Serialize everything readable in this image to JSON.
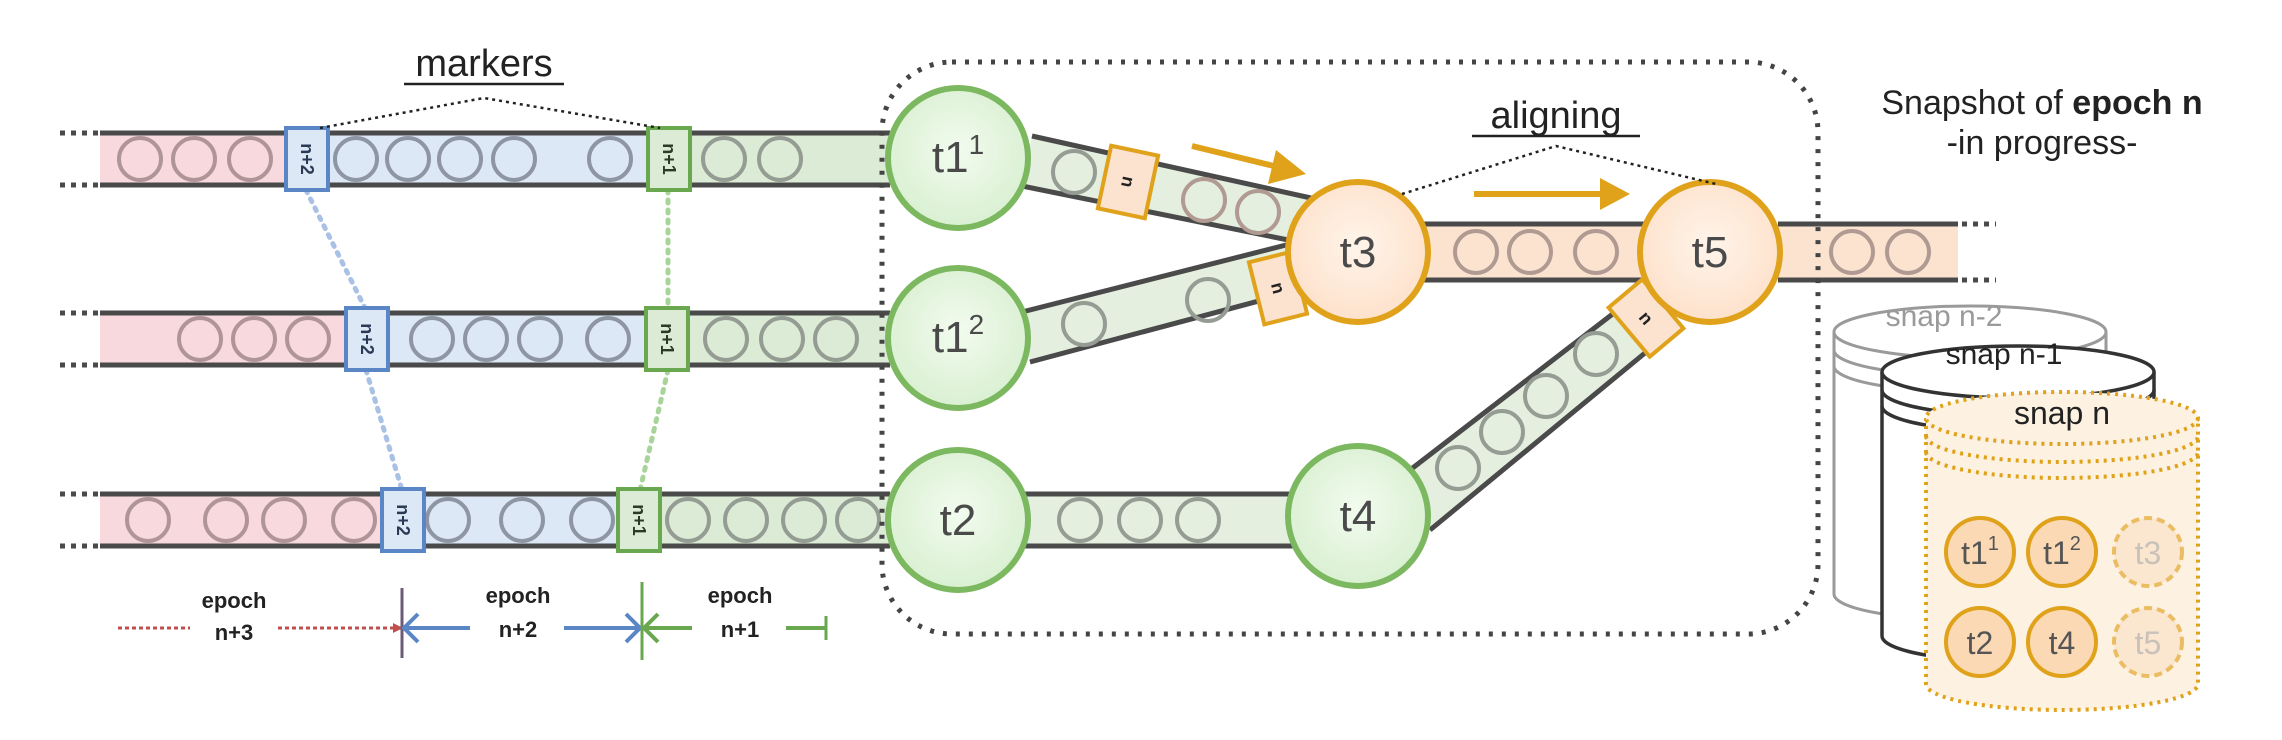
{
  "labels": {
    "markers": "markers",
    "aligning": "aligning",
    "snapshot_prefix": "Snapshot of ",
    "snapshot_bold": "epoch n",
    "snapshot_sub": "-in progress-"
  },
  "epochs": {
    "e3_word": "epoch",
    "e3_num": "n+3",
    "e2_word": "epoch",
    "e2_num": "n+2",
    "e1_word": "epoch",
    "e1_num": "n+1"
  },
  "barriers": {
    "n2": "n+2",
    "n1": "n+1",
    "n": "n"
  },
  "tasks": {
    "t1_1": "t1",
    "t1_1_sup": "1",
    "t1_2": "t1",
    "t1_2_sup": "2",
    "t2": "t2",
    "t3": "t3",
    "t4": "t4",
    "t5": "t5"
  },
  "snapshots": {
    "snap_n2": "snap n-2",
    "snap_n1": "snap n-1",
    "snap_n": "snap n",
    "items": {
      "t1_1": "t1",
      "t1_1_sup": "1",
      "t1_2": "t1",
      "t1_2_sup": "2",
      "t3": "t3",
      "t2": "t2",
      "t4": "t4",
      "t5": "t5"
    }
  },
  "colors": {
    "epoch_n3": "#f8d9dd",
    "epoch_n2": "#dde8f6",
    "epoch_n1": "#dcebd6",
    "epoch_n": "#fbe3d0",
    "blue_marker": "#5b86c5",
    "green_marker": "#6aa84f",
    "orange_marker": "#e0a21a",
    "red_arrow": "#c0504d",
    "task_green": "#7cb85f",
    "task_orange": "#e0a21a"
  }
}
